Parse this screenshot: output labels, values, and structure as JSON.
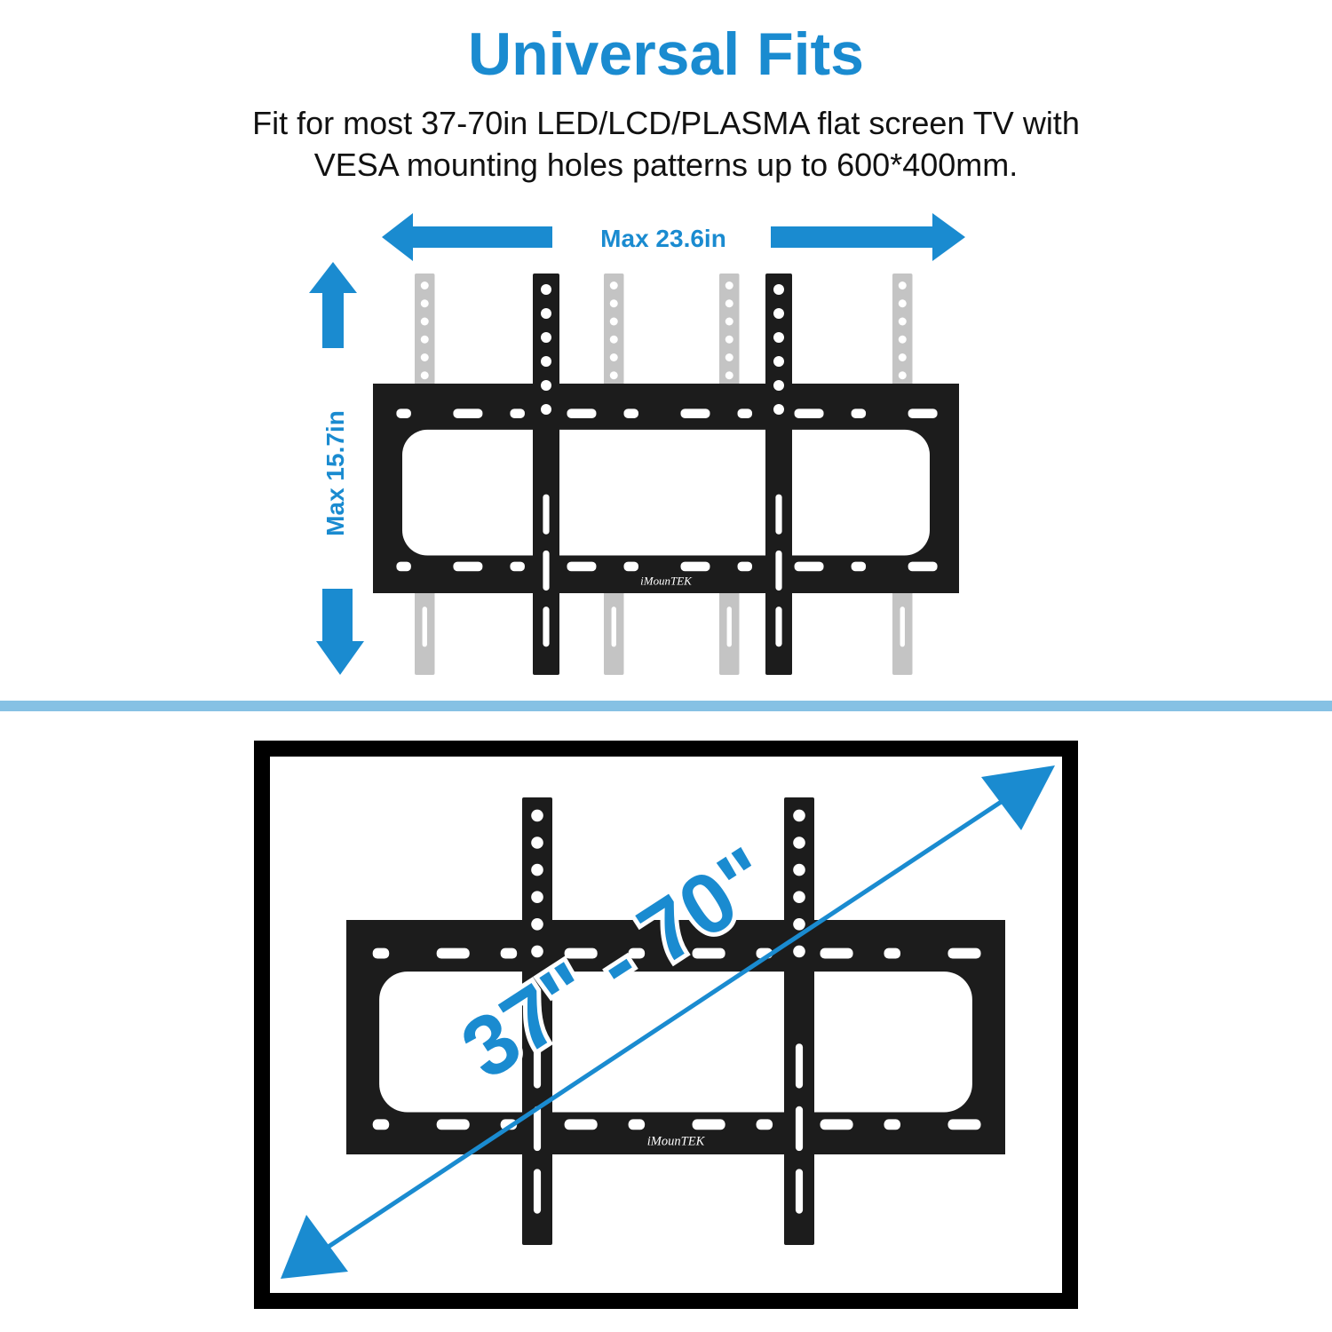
{
  "header": {
    "title": "Universal Fits",
    "subtitle_line1": "Fit for most 37-70in LED/LCD/PLASMA flat screen TV with",
    "subtitle_line2": "VESA mounting holes patterns up to 600*400mm."
  },
  "dimensions": {
    "max_width_label": "Max 23.6in",
    "max_height_label": "Max 15.7in",
    "screen_size_label": "37\" - 70\""
  },
  "product": {
    "brand": "iMounTEK"
  },
  "colors": {
    "accent": "#1a8bd0",
    "divider": "#86c1e4",
    "mount": "#1c1c1c",
    "ghost": "#c4c4c4"
  }
}
